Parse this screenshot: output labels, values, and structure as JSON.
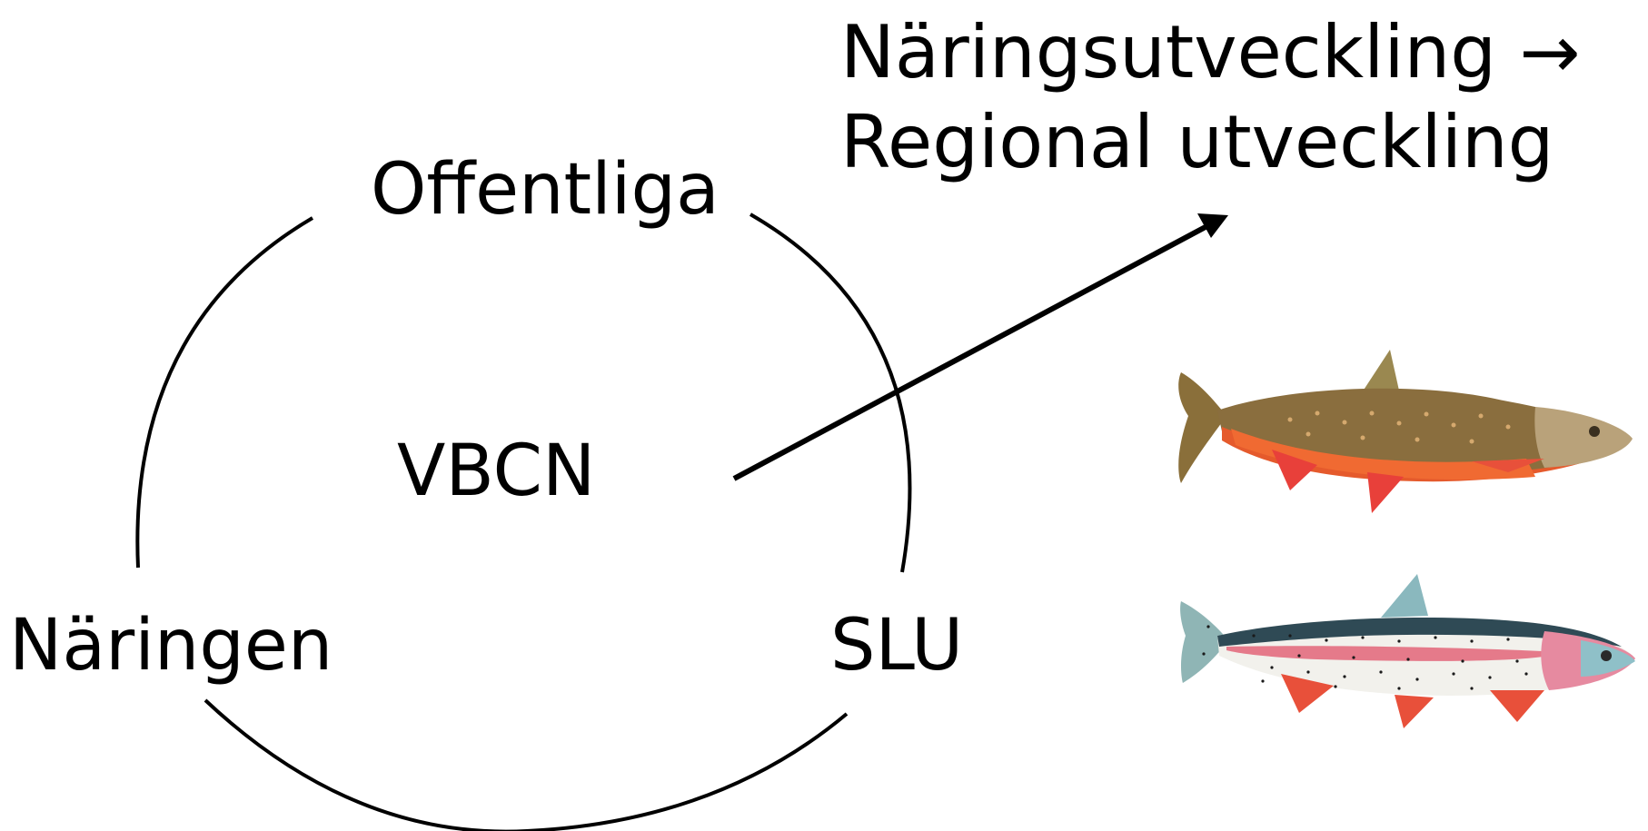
{
  "title": {
    "line1": "Näringsutveckling →",
    "line2": "Regional utveckling"
  },
  "nodes": {
    "top": "Offentliga",
    "center": "VBCN",
    "left": "Näringen",
    "right": "SLU"
  },
  "fish": [
    {
      "name": "arctic-char",
      "body_color": "#e8582a",
      "back_color": "#7a6a3c",
      "fin_color": "#e8403a"
    },
    {
      "name": "rainbow-trout",
      "body_color": "#f1f0ec",
      "back_color": "#2f4a55",
      "stripe_color": "#e57a8a",
      "fin_color": "#e8503a"
    }
  ]
}
